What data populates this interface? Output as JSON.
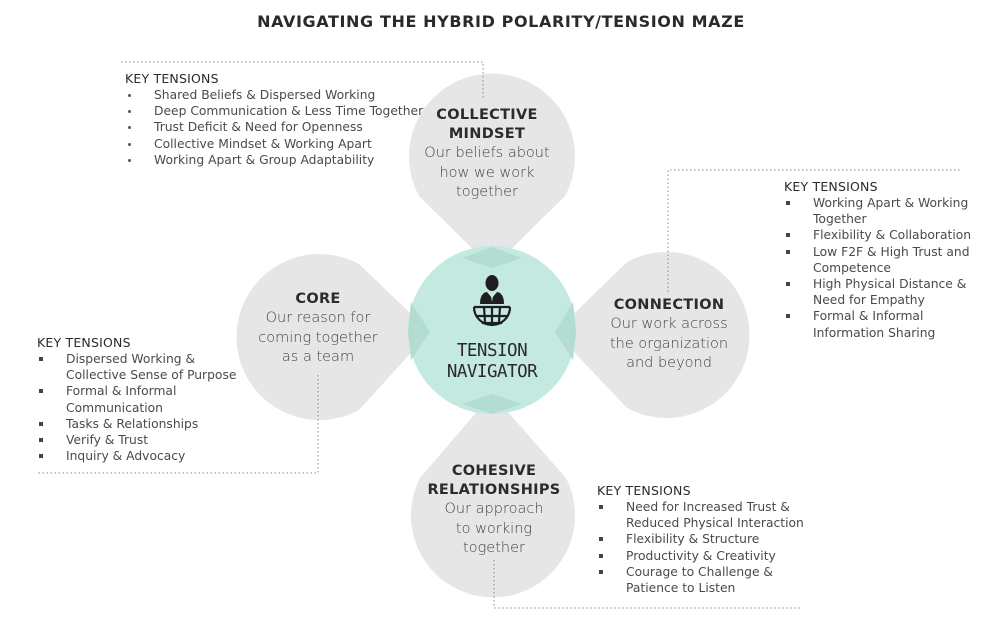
{
  "title": "NAVIGATING THE HYBRID POLARITY/TENSION MAZE",
  "colors": {
    "petal": "#e6e6e6",
    "center": "#c3e9e0",
    "center_overlap": "#b5dfd5",
    "dotted_line": "#888888",
    "text_dark": "#2b2b2b"
  },
  "center": {
    "icon": "person-globe-icon",
    "line1": "TENSION",
    "line2": "NAVIGATOR"
  },
  "nodes": {
    "collective_mindset": {
      "title_line1": "COLLECTIVE",
      "title_line2": "MINDSET",
      "desc_line1": "Our beliefs about",
      "desc_line2": "how we work",
      "desc_line3": "together"
    },
    "core": {
      "title_line1": "CORE",
      "desc_line1": "Our reason for",
      "desc_line2": "coming together",
      "desc_line3": "as a team"
    },
    "connection": {
      "title_line1": "CONNECTION",
      "desc_line1": "Our work across",
      "desc_line2": "the organization",
      "desc_line3": "and beyond"
    },
    "cohesive_relationships": {
      "title_line1": "COHESIVE",
      "title_line2": "RELATIONSHIPS",
      "desc_line1": "Our approach",
      "desc_line2": "to working",
      "desc_line3": "together"
    }
  },
  "key_tensions": {
    "collective_mindset": {
      "heading": "KEY TENSIONS",
      "items": [
        "Shared Beliefs & Dispersed Working",
        "Deep Communication & Less Time Together",
        "Trust Deficit & Need for Openness",
        "Collective Mindset & Working Apart",
        "Working Apart & Group Adaptability"
      ]
    },
    "connection": {
      "heading": "KEY TENSIONS",
      "items": [
        [
          "Working Apart & Working",
          "Together"
        ],
        [
          "Flexibility & Collaboration"
        ],
        [
          "Low F2F & High Trust and",
          "Competence"
        ],
        [
          "High Physical Distance &",
          "Need for Empathy"
        ],
        [
          "Formal & Informal",
          "Information Sharing"
        ]
      ]
    },
    "core": {
      "heading": "KEY TENSIONS",
      "items": [
        [
          "Dispersed Working &",
          "Collective Sense of Purpose"
        ],
        [
          "Formal & Informal",
          "Communication"
        ],
        [
          "Tasks & Relationships"
        ],
        [
          "Verify & Trust"
        ],
        [
          "Inquiry & Advocacy"
        ]
      ]
    },
    "cohesive_relationships": {
      "heading": "KEY TENSIONS",
      "items": [
        [
          "Need for Increased Trust &",
          "Reduced Physical Interaction"
        ],
        [
          "Flexibility & Structure"
        ],
        [
          "Productivity & Creativity"
        ],
        [
          "Courage to Challenge &",
          "Patience to Listen"
        ]
      ]
    }
  }
}
